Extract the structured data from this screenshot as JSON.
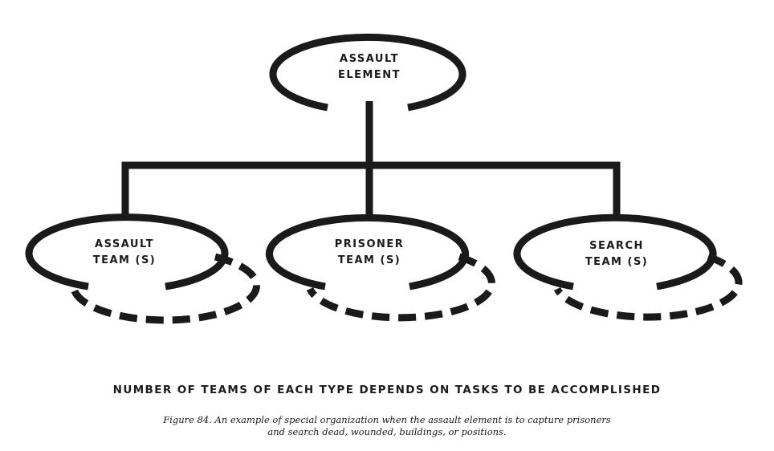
{
  "diagram": {
    "root": {
      "line1": "ASSAULT",
      "line2": "ELEMENT"
    },
    "children": [
      {
        "line1": "ASSAULT",
        "line2": "TEAM (S)"
      },
      {
        "line1": "PRISONER",
        "line2": "TEAM (S)"
      },
      {
        "line1": "SEARCH",
        "line2": "TEAM (S)"
      }
    ],
    "line_color": "#1a1a1a"
  },
  "footer_note": "NUMBER OF TEAMS OF EACH TYPE DEPENDS ON TASKS TO BE ACCOMPLISHED",
  "caption": {
    "line1": "Figure 84.  An example of special organization when the assault element is to capture prisoners",
    "line2": "and search dead, wounded, buildings, or positions."
  }
}
